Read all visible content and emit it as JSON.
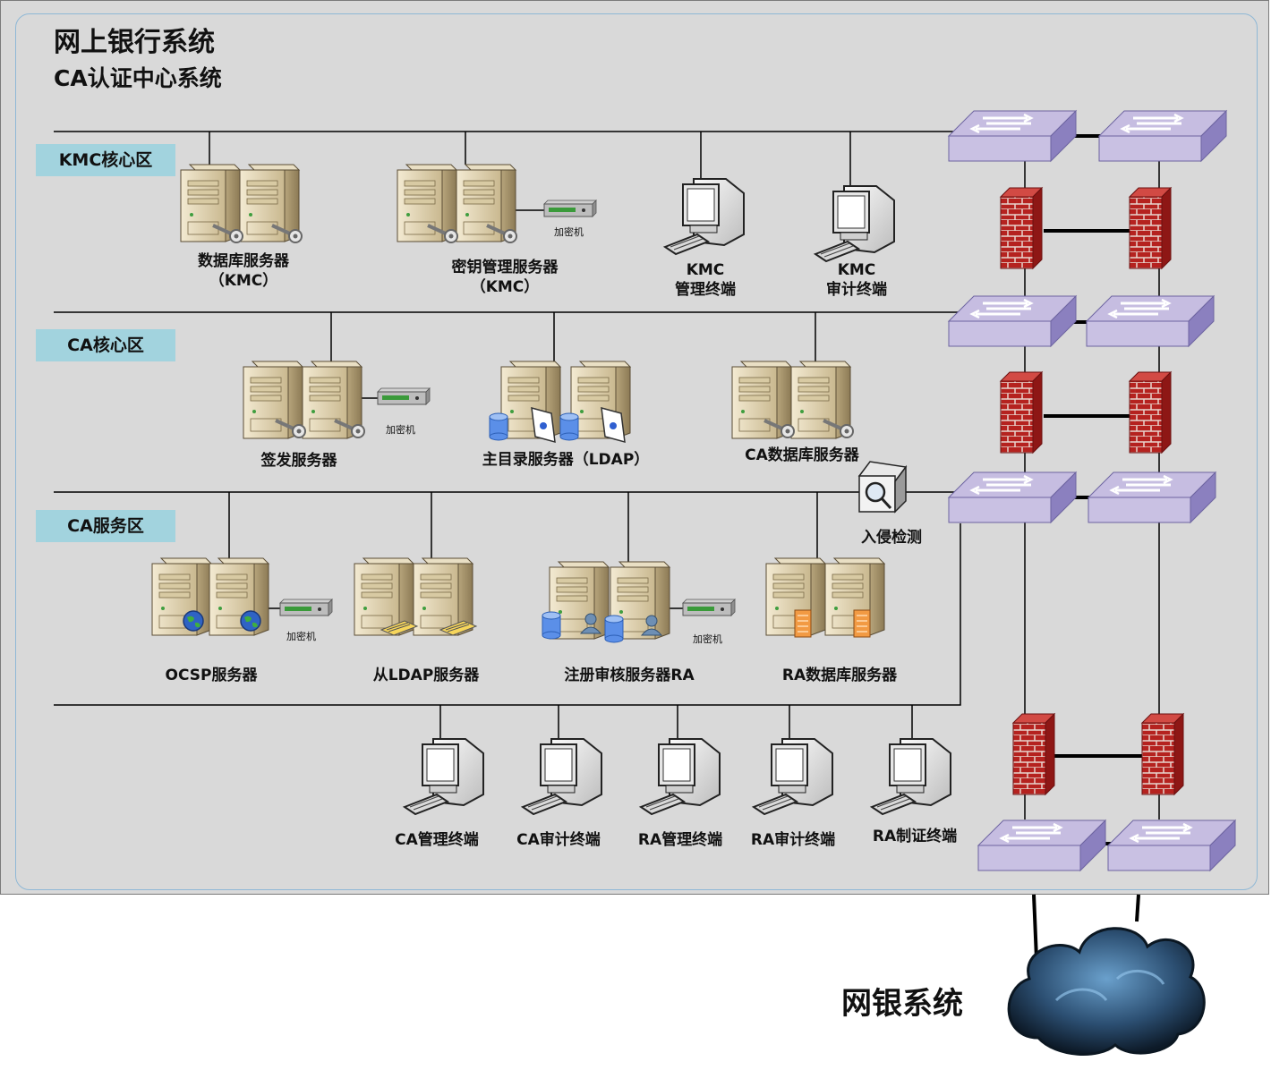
{
  "header": {
    "title": "网上银行系统",
    "subtitle": "CA认证中心系统"
  },
  "zones": {
    "kmc": "KMC核心区",
    "ca_core": "CA核心区",
    "ca_service": "CA服务区"
  },
  "encryptor_label": "加密机",
  "kmc_zone": {
    "db_server": [
      "数据库服务器",
      "（KMC）"
    ],
    "key_server": [
      "密钥管理服务器",
      "（KMC）"
    ],
    "mgmt_terminal": [
      "KMC",
      "管理终端"
    ],
    "audit_terminal": [
      "KMC",
      "审计终端"
    ]
  },
  "ca_core_zone": {
    "sign_server": "签发服务器",
    "ldap_master": "主目录服务器（LDAP）",
    "ca_db_server": "CA数据库服务器",
    "ids": "入侵检测"
  },
  "ca_service_zone": {
    "ocsp": "OCSP服务器",
    "ldap_slave": "从LDAP服务器",
    "ra_server": "注册审核服务器RA",
    "ra_db": "RA数据库服务器"
  },
  "terminals": [
    "CA管理终端",
    "CA审计终端",
    "RA管理终端",
    "RA审计终端",
    "RA制证终端"
  ],
  "external": {
    "title": "网银系统"
  },
  "colors": {
    "panel": "#d9d9d9",
    "zone_label_bg": "#a2d3de",
    "switch_top": "#c3b9df",
    "switch_side": "#8b7fbe",
    "firewall": "#b5221f",
    "cloud": "#2d4a66"
  },
  "icons": [
    "server-icon",
    "encryptor-icon",
    "terminal-icon",
    "switch-icon",
    "firewall-icon",
    "ids-icon",
    "cloud-icon",
    "key-icon",
    "globe-icon",
    "database-icon",
    "certificate-icon",
    "user-icon"
  ]
}
